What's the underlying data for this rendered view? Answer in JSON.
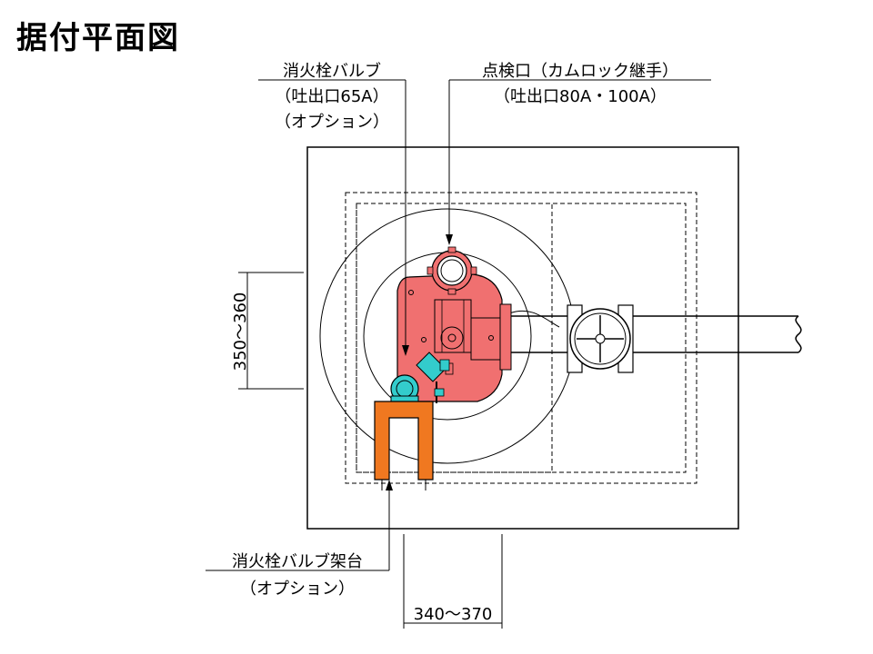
{
  "title": "据付平面図",
  "valve_label": {
    "line1": "消火栓バルブ",
    "line2": "（吐出口65A）",
    "line3": "（オプション）"
  },
  "inspection_label": {
    "line1": "点検口（カムロック継手）",
    "line2": "（吐出口80A・100A）"
  },
  "stand_label": {
    "line1": "消火栓バルブ架台",
    "line2": "（オプション）"
  },
  "dimensions": {
    "vertical": "350～360",
    "horizontal": "340～370"
  },
  "colors": {
    "pump_body": "#f07070",
    "valve": "#33cccc",
    "stand": "#f07820",
    "line": "#000000"
  }
}
